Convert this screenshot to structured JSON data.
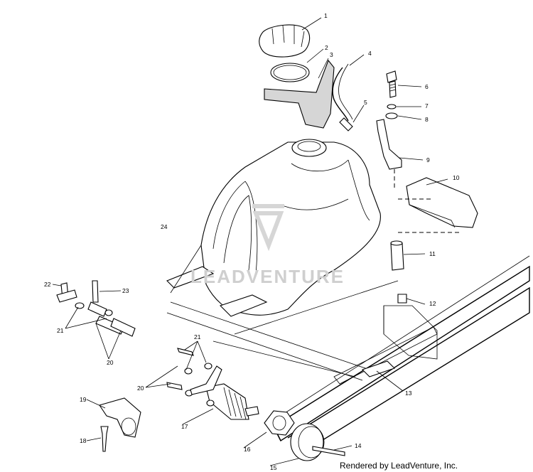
{
  "watermark": "LEADVENTURE",
  "credit": "Rendered by LeadVenture, Inc.",
  "callouts": [
    "1",
    "2",
    "3",
    "4",
    "5",
    "6",
    "7",
    "8",
    "9",
    "10",
    "11",
    "12",
    "13",
    "14",
    "15",
    "16",
    "17",
    "18",
    "19",
    "20",
    "20",
    "21",
    "21",
    "22",
    "23",
    "24"
  ]
}
